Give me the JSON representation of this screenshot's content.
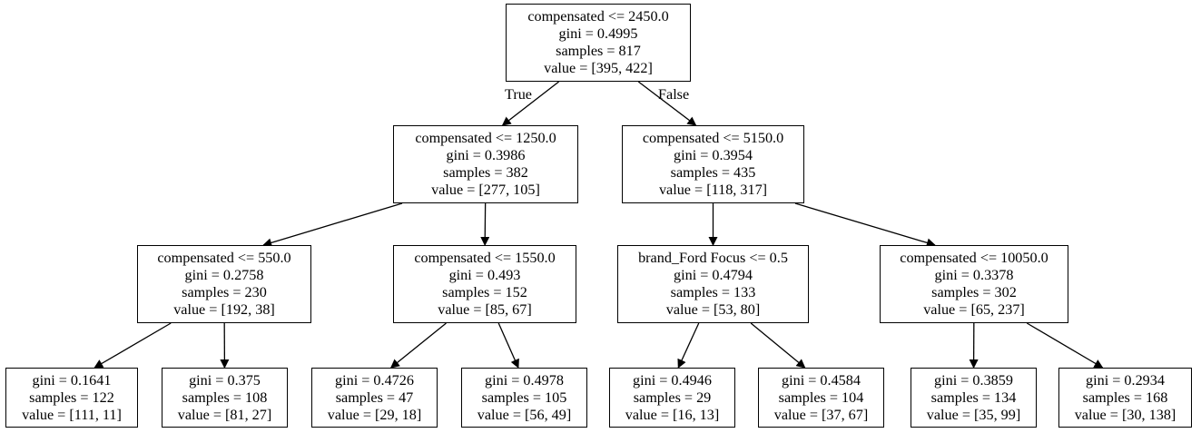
{
  "tree": {
    "edge_labels": {
      "true": "True",
      "false": "False"
    },
    "nodes": [
      {
        "id": "n0",
        "lines": [
          "compensated <= 2450.0",
          "gini = 0.4995",
          "samples = 817",
          "value = [395, 422]"
        ]
      },
      {
        "id": "n1",
        "lines": [
          "compensated <= 1250.0",
          "gini = 0.3986",
          "samples = 382",
          "value = [277, 105]"
        ]
      },
      {
        "id": "n2",
        "lines": [
          "compensated <= 5150.0",
          "gini = 0.3954",
          "samples = 435",
          "value = [118, 317]"
        ]
      },
      {
        "id": "n3",
        "lines": [
          "compensated <= 550.0",
          "gini = 0.2758",
          "samples = 230",
          "value = [192, 38]"
        ]
      },
      {
        "id": "n4",
        "lines": [
          "compensated <= 1550.0",
          "gini = 0.493",
          "samples = 152",
          "value = [85, 67]"
        ]
      },
      {
        "id": "n5",
        "lines": [
          "brand_Ford Focus <= 0.5",
          "gini = 0.4794",
          "samples = 133",
          "value = [53, 80]"
        ]
      },
      {
        "id": "n6",
        "lines": [
          "compensated <= 10050.0",
          "gini = 0.3378",
          "samples = 302",
          "value = [65, 237]"
        ]
      },
      {
        "id": "n7",
        "lines": [
          "gini = 0.1641",
          "samples = 122",
          "value = [111, 11]"
        ]
      },
      {
        "id": "n8",
        "lines": [
          "gini = 0.375",
          "samples = 108",
          "value = [81, 27]"
        ]
      },
      {
        "id": "n9",
        "lines": [
          "gini = 0.4726",
          "samples = 47",
          "value = [29, 18]"
        ]
      },
      {
        "id": "n10",
        "lines": [
          "gini = 0.4978",
          "samples = 105",
          "value = [56, 49]"
        ]
      },
      {
        "id": "n11",
        "lines": [
          "gini = 0.4946",
          "samples = 29",
          "value = [16, 13]"
        ]
      },
      {
        "id": "n12",
        "lines": [
          "gini = 0.4584",
          "samples = 104",
          "value = [37, 67]"
        ]
      },
      {
        "id": "n13",
        "lines": [
          "gini = 0.3859",
          "samples = 134",
          "value = [35, 99]"
        ]
      },
      {
        "id": "n14",
        "lines": [
          "gini = 0.2934",
          "samples = 168",
          "value = [30, 138]"
        ]
      }
    ],
    "edges": [
      [
        "n0",
        "n1"
      ],
      [
        "n0",
        "n2"
      ],
      [
        "n1",
        "n3"
      ],
      [
        "n1",
        "n4"
      ],
      [
        "n2",
        "n5"
      ],
      [
        "n2",
        "n6"
      ],
      [
        "n3",
        "n7"
      ],
      [
        "n3",
        "n8"
      ],
      [
        "n4",
        "n9"
      ],
      [
        "n4",
        "n10"
      ],
      [
        "n5",
        "n11"
      ],
      [
        "n5",
        "n12"
      ],
      [
        "n6",
        "n13"
      ],
      [
        "n6",
        "n14"
      ]
    ]
  }
}
